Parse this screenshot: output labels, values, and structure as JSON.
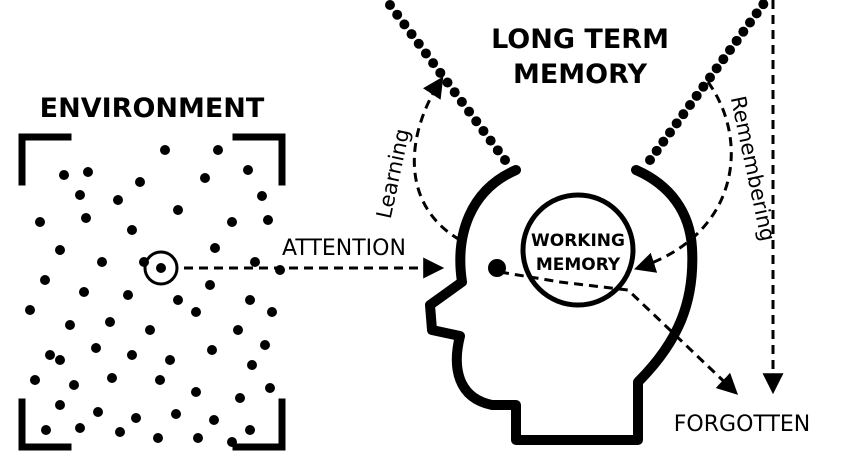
{
  "labels": {
    "environment": "ENVIRONMENT",
    "long_term_memory_line1": "LONG TERM",
    "long_term_memory_line2": "MEMORY",
    "attention": "ATTENTION",
    "learning": "Learning",
    "remembering": "Remembering",
    "working_memory_line1": "WORKING",
    "working_memory_line2": "MEMORY",
    "forgotten": "FORGOTTEN"
  },
  "colors": {
    "ink": "#000000",
    "background": "#ffffff"
  }
}
